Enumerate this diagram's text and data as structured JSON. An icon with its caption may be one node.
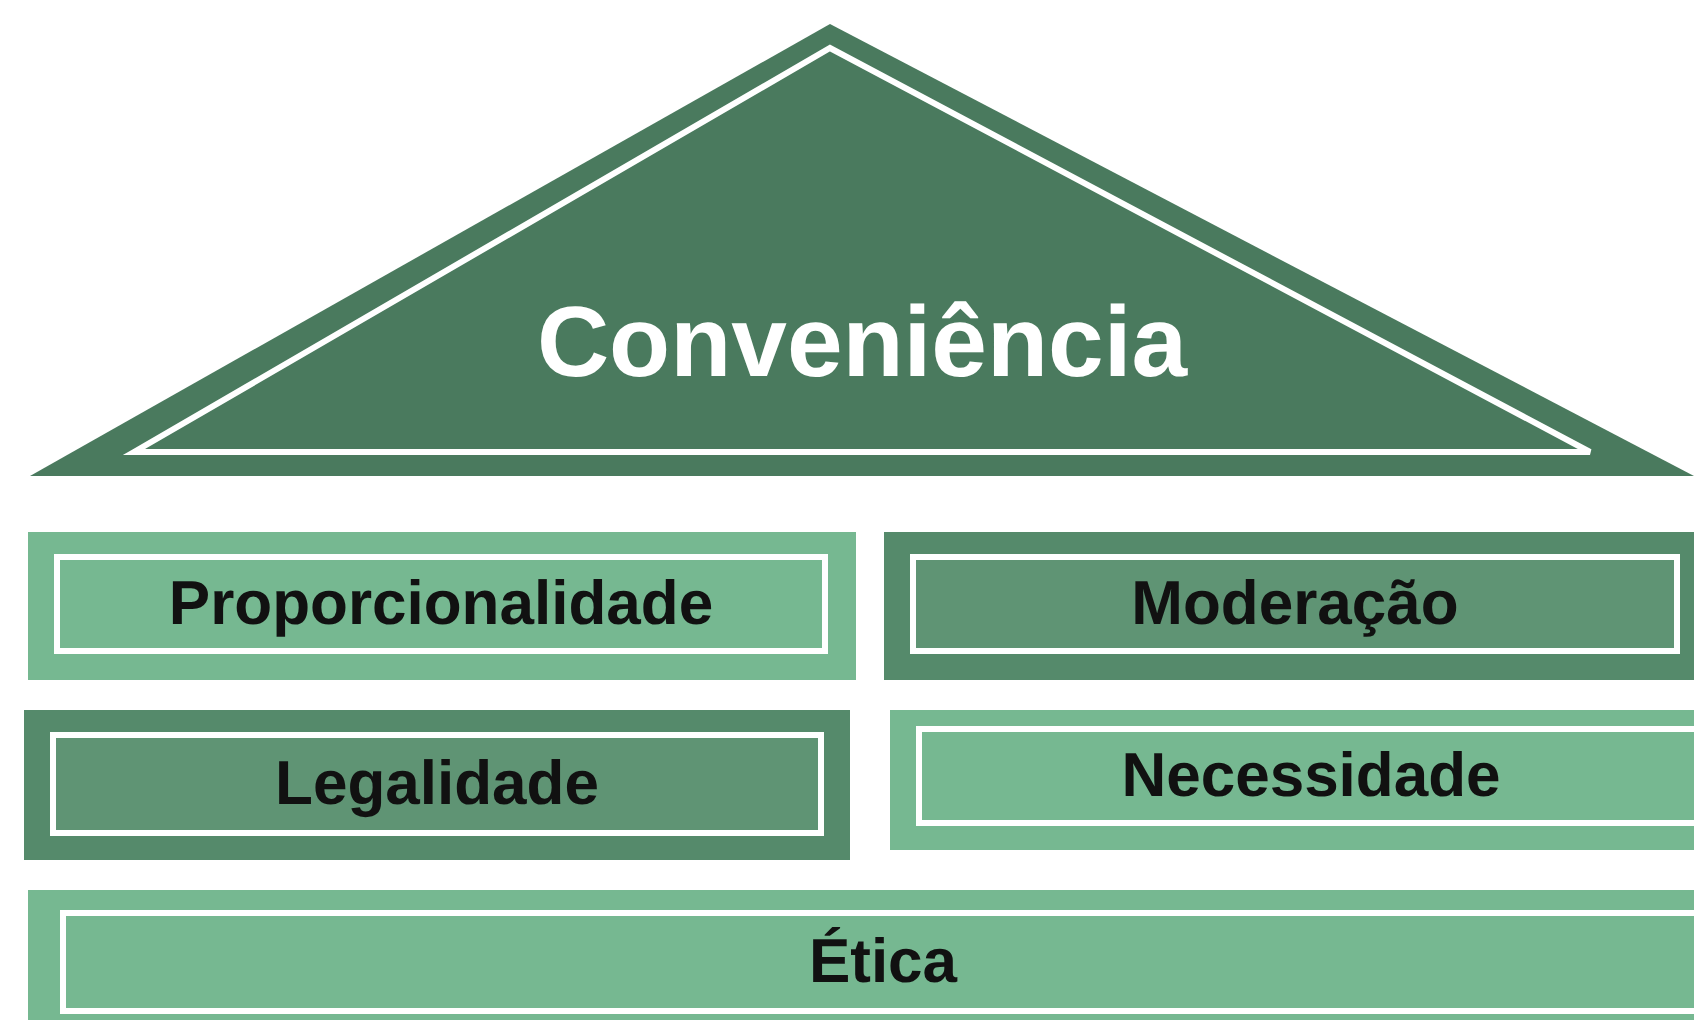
{
  "diagram": {
    "nodes": [
      {
        "text": [
          "Conveniência"
        ]
      },
      {
        "text": [
          "Proporcionalidade"
        ]
      },
      {
        "text": [
          "Moderação"
        ]
      },
      {
        "text": [
          "Legalidade"
        ]
      },
      {
        "text": [
          "Necessidade"
        ]
      },
      {
        "text": [
          "Ética"
        ]
      }
    ]
  }
}
